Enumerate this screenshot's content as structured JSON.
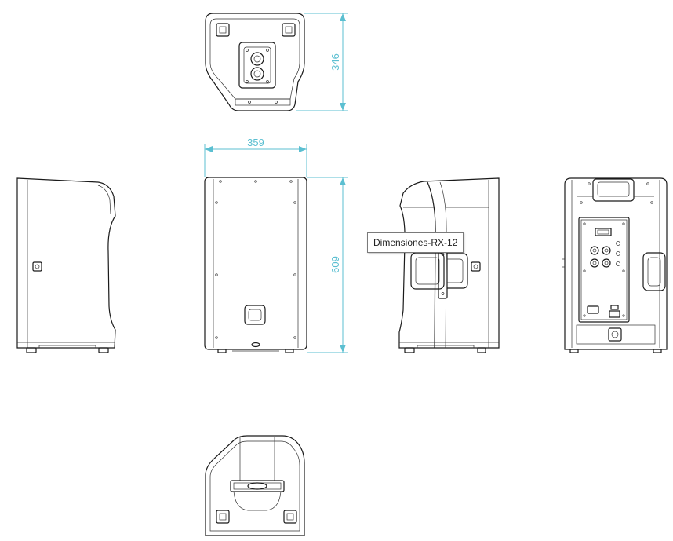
{
  "dimensions": {
    "top_view_depth": "346",
    "front_width": "359",
    "front_height": "609"
  },
  "tooltip": {
    "text": "Dimensiones-RX-12"
  },
  "colors": {
    "dimension_line": "#5bbfd1",
    "outline": "#1a1a1a",
    "background": "#ffffff"
  }
}
